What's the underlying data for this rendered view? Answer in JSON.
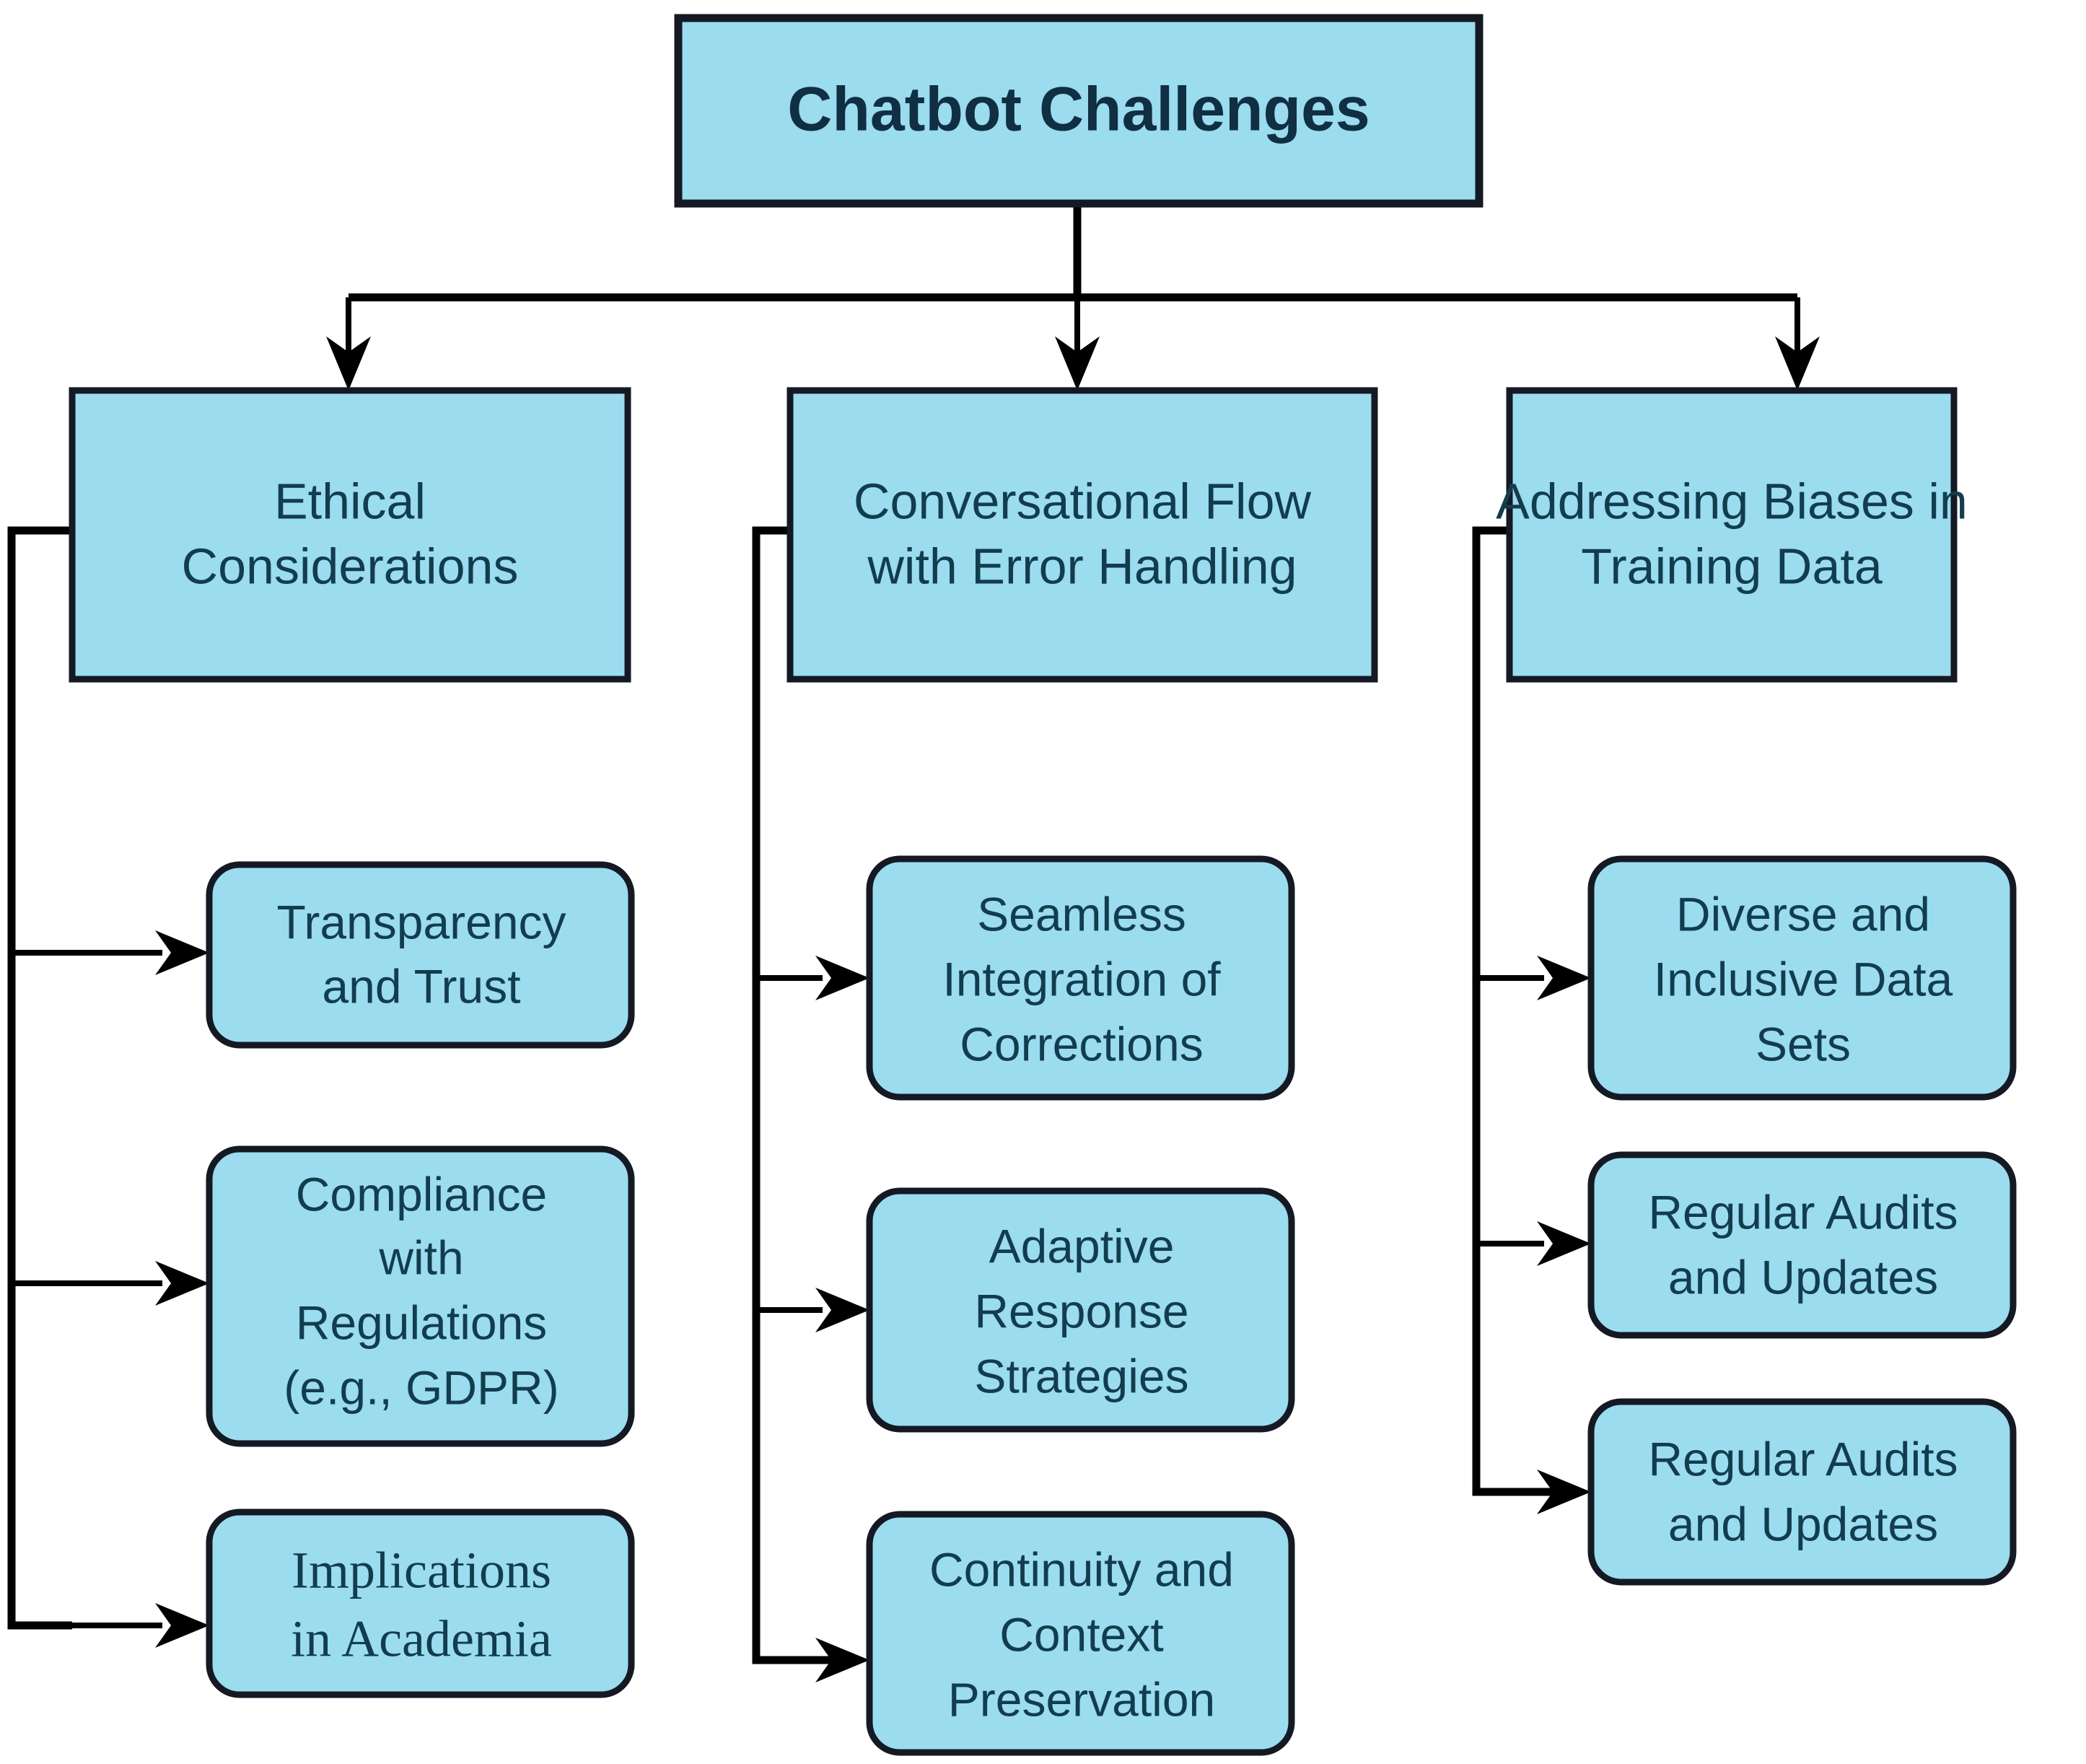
{
  "diagram": {
    "title_node": {
      "id": "chatbot-challenges",
      "label": "Chatbot Challenges"
    },
    "colors": {
      "node_fill": "#9BDCEF",
      "node_stroke": "#141923",
      "text": "#123D4E",
      "connector": "#000000",
      "background": "#FFFFFF"
    },
    "categories": [
      {
        "id": "ethical-considerations",
        "label_line1": "Ethical",
        "label_line2": "Considerations",
        "children": [
          {
            "id": "transparency-and-trust",
            "lines": [
              "Transparency",
              "and Trust"
            ],
            "font": "sans"
          },
          {
            "id": "compliance-with-regulations",
            "lines": [
              "Compliance",
              "with",
              "Regulations",
              "(e.g., GDPR)"
            ],
            "font": "sans"
          },
          {
            "id": "implications-in-academia",
            "lines": [
              "Implications",
              "in Academia"
            ],
            "font": "serif"
          }
        ]
      },
      {
        "id": "conversational-flow-with-error-handling",
        "label_line1": "Conversational Flow",
        "label_line2": "with Error Handling",
        "children": [
          {
            "id": "seamless-integration-of-corrections",
            "lines": [
              "Seamless",
              "Integration of",
              "Corrections"
            ],
            "font": "sans"
          },
          {
            "id": "adaptive-response-strategies",
            "lines": [
              "Adaptive",
              "Response",
              "Strategies"
            ],
            "font": "sans"
          },
          {
            "id": "continuity-and-context-preservation",
            "lines": [
              "Continuity and",
              "Context",
              "Preservation"
            ],
            "font": "sans"
          }
        ]
      },
      {
        "id": "addressing-biases-in-training-data",
        "label_line1": "Addressing Biases in",
        "label_line2": "Training Data",
        "children": [
          {
            "id": "diverse-and-inclusive-data-sets",
            "lines": [
              "Diverse and",
              "Inclusive Data",
              "Sets"
            ],
            "font": "sans"
          },
          {
            "id": "regular-audits-and-updates-1",
            "lines": [
              "Regular Audits",
              "and Updates"
            ],
            "font": "sans"
          },
          {
            "id": "regular-audits-and-updates-2",
            "lines": [
              "Regular Audits",
              "and Updates"
            ],
            "font": "sans"
          }
        ]
      }
    ]
  }
}
